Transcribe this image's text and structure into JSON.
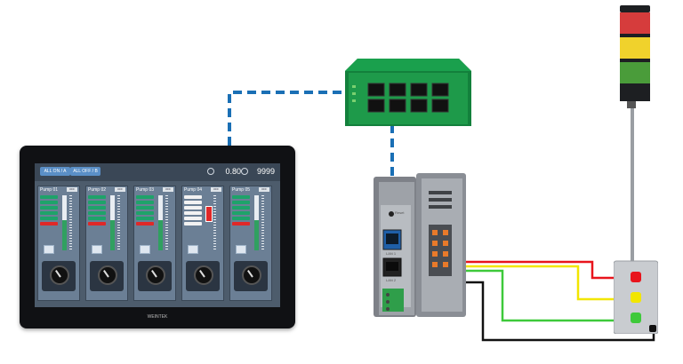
{
  "hmi": {
    "tabs": [
      "ALL ON / A",
      "ALL OFF / B"
    ],
    "readout_value": "0.80",
    "readout_count": "9999",
    "panels": [
      {
        "title": "Pump 01",
        "tag": "OFF",
        "mode": "auto"
      },
      {
        "title": "Pump 02",
        "tag": "OFF",
        "mode": "auto"
      },
      {
        "title": "Pump 03",
        "tag": "OFF",
        "mode": "auto"
      },
      {
        "title": "Pump 04",
        "tag": "OFF",
        "mode": "manual"
      },
      {
        "title": "Pump 05",
        "tag": "OFF",
        "mode": "auto"
      }
    ],
    "brand": "WEINTEK"
  },
  "gateway": {
    "reset_label": "Reset",
    "lan1_label": "LAN 1",
    "lan2_label": "LAN 2"
  },
  "colors": {
    "ethernet": "#1a6fb5",
    "switch": "#1e9a4a",
    "wire_red": "#e8141c",
    "wire_yellow": "#f2e600",
    "wire_green": "#3ec93a",
    "wire_black": "#111111",
    "lamp_red": "#d63c3c",
    "lamp_yellow": "#f0d22c",
    "lamp_green": "#4a9c3a"
  }
}
